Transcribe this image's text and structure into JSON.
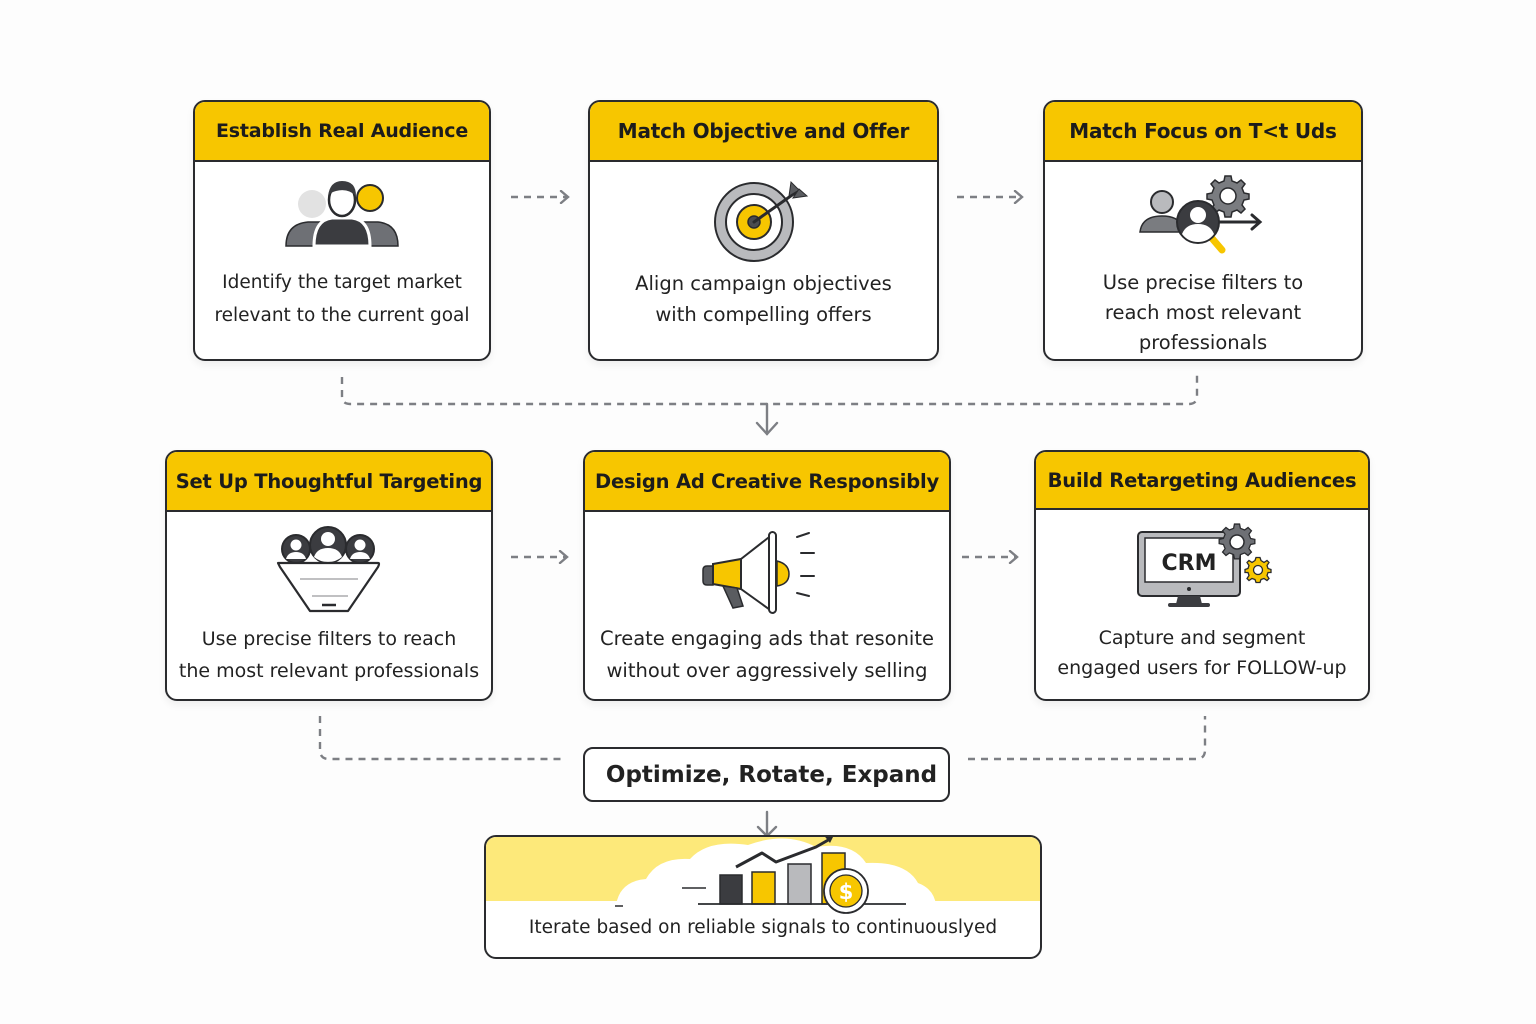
{
  "colors": {
    "accent": "#f7c600",
    "accent_light": "#fde97a",
    "border": "#2a2b2e",
    "connector": "#7d7f84",
    "icon_dark": "#3b3c40",
    "icon_gray": "#7a7c80"
  },
  "steps": [
    {
      "title": "Establish Real Audience",
      "description": [
        "Identify the target market",
        "relevant to the current goal"
      ],
      "icon": "audience-group-icon"
    },
    {
      "title": "Match Objective and Offer",
      "description": [
        "Align campaign objectives",
        "with compelling offers"
      ],
      "icon": "target-arrow-icon"
    },
    {
      "title": "Match Focus on T<t Uds",
      "description": [
        "Use precise filters to",
        "reach most relevant",
        "professionals"
      ],
      "icon": "user-search-gear-icon"
    },
    {
      "title": "Set Up Thoughtful Targeting",
      "description": [
        "Use precise filters to reach",
        "the most relevant professionals"
      ],
      "icon": "audience-funnel-icon"
    },
    {
      "title": "Design Ad Creative Responsibly",
      "description": [
        "Create engaging ads that resonite",
        "without over aggressively selling"
      ],
      "icon": "megaphone-icon"
    },
    {
      "title": "Build Retargeting Audiences",
      "description": [
        "Capture and segment",
        "engaged users for FOLLOW-up"
      ],
      "icon": "crm-monitor-icon",
      "icon_label": "CRM"
    }
  ],
  "optimize": {
    "label": "Optimize, Rotate, Expand",
    "description": "Iterate based on reliable signals to continuouslyed",
    "icon": "growth-chart-icon",
    "currency_symbol": "$"
  }
}
